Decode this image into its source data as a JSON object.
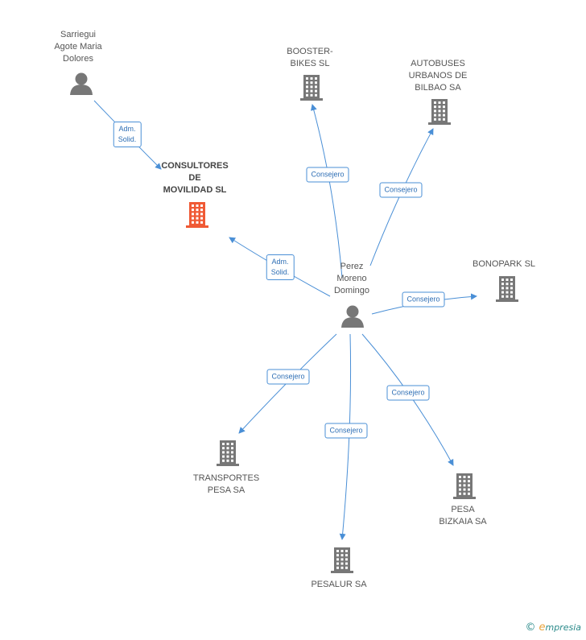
{
  "colors": {
    "node": "#777777",
    "focus": "#f05a35",
    "edge": "#4a8fd6"
  },
  "nodes": [
    {
      "id": "sarriegui",
      "type": "person",
      "label": "Sarriegui\nAgote Maria\nDolores"
    },
    {
      "id": "consultores",
      "type": "company",
      "focus": true,
      "label": "CONSULTORES\nDE\nMOVILIDAD SL"
    },
    {
      "id": "booster",
      "type": "company",
      "label": "BOOSTER-\nBIKES  SL"
    },
    {
      "id": "autobuses",
      "type": "company",
      "label": "AUTOBUSES\nURBANOS DE\nBILBAO SA"
    },
    {
      "id": "perez",
      "type": "person",
      "label": "Perez\nMoreno\nDomingo"
    },
    {
      "id": "bonopark",
      "type": "company",
      "label": "BONOPARK SL"
    },
    {
      "id": "transportes",
      "type": "company",
      "label": "TRANSPORTES\nPESA SA"
    },
    {
      "id": "pesalur",
      "type": "company",
      "label": "PESALUR SA"
    },
    {
      "id": "pesabizkaia",
      "type": "company",
      "label": "PESA\nBIZKAIA SA"
    }
  ],
  "edges": [
    {
      "from": "sarriegui",
      "to": "consultores",
      "label": "Adm.\nSolid."
    },
    {
      "from": "perez",
      "to": "consultores",
      "label": "Adm.\nSolid."
    },
    {
      "from": "perez",
      "to": "booster",
      "label": "Consejero"
    },
    {
      "from": "perez",
      "to": "autobuses",
      "label": "Consejero"
    },
    {
      "from": "perez",
      "to": "bonopark",
      "label": "Consejero"
    },
    {
      "from": "perez",
      "to": "transportes",
      "label": "Consejero"
    },
    {
      "from": "perez",
      "to": "pesalur",
      "label": "Consejero"
    },
    {
      "from": "perez",
      "to": "pesabizkaia",
      "label": "Consejero"
    }
  ],
  "brand": {
    "copyright": "©",
    "initial": "e",
    "rest": "mpresia"
  }
}
